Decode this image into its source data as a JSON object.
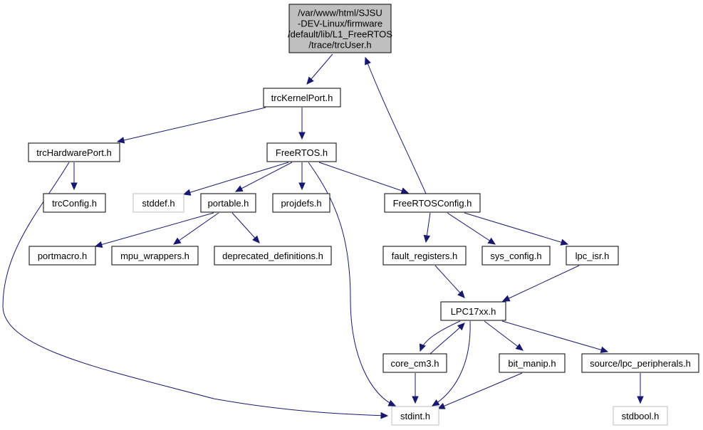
{
  "colors": {
    "edge": "#191970",
    "root_fill": "#bfbfbf",
    "node_fill": "#ffffff",
    "node_border": "#000000",
    "missing_border": "#bfbfbf",
    "missing_text": "#7f7f7f"
  },
  "nodes": [
    {
      "id": "trcUser",
      "name": "trcuser-h-node",
      "lines": [
        "/var/www/html/SJSU",
        "-DEV-Linux/firmware",
        "/default/lib/L1_FreeRTOS",
        "/trace/trcUser.h"
      ],
      "role": "root"
    },
    {
      "id": "trcKernelPort",
      "name": "trckernelport-h-node",
      "lines": [
        "trcKernelPort.h"
      ],
      "role": "normal"
    },
    {
      "id": "trcHardwarePort",
      "name": "trchardwareport-h-node",
      "lines": [
        "trcHardwarePort.h"
      ],
      "role": "normal"
    },
    {
      "id": "FreeRTOS",
      "name": "freertos-h-node",
      "lines": [
        "FreeRTOS.h"
      ],
      "role": "normal"
    },
    {
      "id": "trcConfig",
      "name": "trcconfig-h-node",
      "lines": [
        "trcConfig.h"
      ],
      "role": "normal"
    },
    {
      "id": "stddef",
      "name": "stddef-h-node",
      "lines": [
        "stddef.h"
      ],
      "role": "missing"
    },
    {
      "id": "portable",
      "name": "portable-h-node",
      "lines": [
        "portable.h"
      ],
      "role": "normal"
    },
    {
      "id": "projdefs",
      "name": "projdefs-h-node",
      "lines": [
        "projdefs.h"
      ],
      "role": "normal"
    },
    {
      "id": "FreeRTOSConfig",
      "name": "freertosconfig-h-node",
      "lines": [
        "FreeRTOSConfig.h"
      ],
      "role": "normal"
    },
    {
      "id": "portmacro",
      "name": "portmacro-h-node",
      "lines": [
        "portmacro.h"
      ],
      "role": "normal"
    },
    {
      "id": "mpu_wrappers",
      "name": "mpu-wrappers-h-node",
      "lines": [
        "mpu_wrappers.h"
      ],
      "role": "normal"
    },
    {
      "id": "deprecated",
      "name": "deprecated-definitions-h-node",
      "lines": [
        "deprecated_definitions.h"
      ],
      "role": "normal"
    },
    {
      "id": "fault_registers",
      "name": "fault-registers-h-node",
      "lines": [
        "fault_registers.h"
      ],
      "role": "normal"
    },
    {
      "id": "sys_config",
      "name": "sys-config-h-node",
      "lines": [
        "sys_config.h"
      ],
      "role": "normal"
    },
    {
      "id": "lpc_isr",
      "name": "lpc-isr-h-node",
      "lines": [
        "lpc_isr.h"
      ],
      "role": "normal"
    },
    {
      "id": "LPC17xx",
      "name": "lpc17xx-h-node",
      "lines": [
        "LPC17xx.h"
      ],
      "role": "normal"
    },
    {
      "id": "core_cm3",
      "name": "core-cm3-h-node",
      "lines": [
        "core_cm3.h"
      ],
      "role": "normal"
    },
    {
      "id": "bit_manip",
      "name": "bit-manip-h-node",
      "lines": [
        "bit_manip.h"
      ],
      "role": "normal"
    },
    {
      "id": "lpc_peripherals",
      "name": "lpc-peripherals-h-node",
      "lines": [
        "source/lpc_peripherals.h"
      ],
      "role": "normal"
    },
    {
      "id": "stdint",
      "name": "stdint-h-node",
      "lines": [
        "stdint.h"
      ],
      "role": "missing"
    },
    {
      "id": "stdbool",
      "name": "stdbool-h-node",
      "lines": [
        "stdbool.h"
      ],
      "role": "missing"
    }
  ],
  "edges": [
    {
      "from": "trcUser",
      "to": "trcKernelPort"
    },
    {
      "from": "trcKernelPort",
      "to": "trcHardwarePort"
    },
    {
      "from": "trcKernelPort",
      "to": "FreeRTOS"
    },
    {
      "from": "trcHardwarePort",
      "to": "trcConfig"
    },
    {
      "from": "trcHardwarePort",
      "to": "stdint"
    },
    {
      "from": "FreeRTOS",
      "to": "stddef"
    },
    {
      "from": "FreeRTOS",
      "to": "portable"
    },
    {
      "from": "FreeRTOS",
      "to": "projdefs"
    },
    {
      "from": "FreeRTOS",
      "to": "FreeRTOSConfig"
    },
    {
      "from": "FreeRTOS",
      "to": "stdint"
    },
    {
      "from": "FreeRTOSConfig",
      "to": "trcUser"
    },
    {
      "from": "FreeRTOSConfig",
      "to": "fault_registers"
    },
    {
      "from": "FreeRTOSConfig",
      "to": "sys_config"
    },
    {
      "from": "FreeRTOSConfig",
      "to": "lpc_isr"
    },
    {
      "from": "portable",
      "to": "portmacro"
    },
    {
      "from": "portable",
      "to": "mpu_wrappers"
    },
    {
      "from": "portable",
      "to": "deprecated"
    },
    {
      "from": "fault_registers",
      "to": "LPC17xx"
    },
    {
      "from": "lpc_isr",
      "to": "LPC17xx"
    },
    {
      "from": "LPC17xx",
      "to": "core_cm3"
    },
    {
      "from": "core_cm3",
      "to": "LPC17xx"
    },
    {
      "from": "LPC17xx",
      "to": "bit_manip"
    },
    {
      "from": "LPC17xx",
      "to": "lpc_peripherals"
    },
    {
      "from": "LPC17xx",
      "to": "stdint"
    },
    {
      "from": "core_cm3",
      "to": "stdint"
    },
    {
      "from": "bit_manip",
      "to": "stdint"
    },
    {
      "from": "lpc_peripherals",
      "to": "stdbool"
    }
  ]
}
